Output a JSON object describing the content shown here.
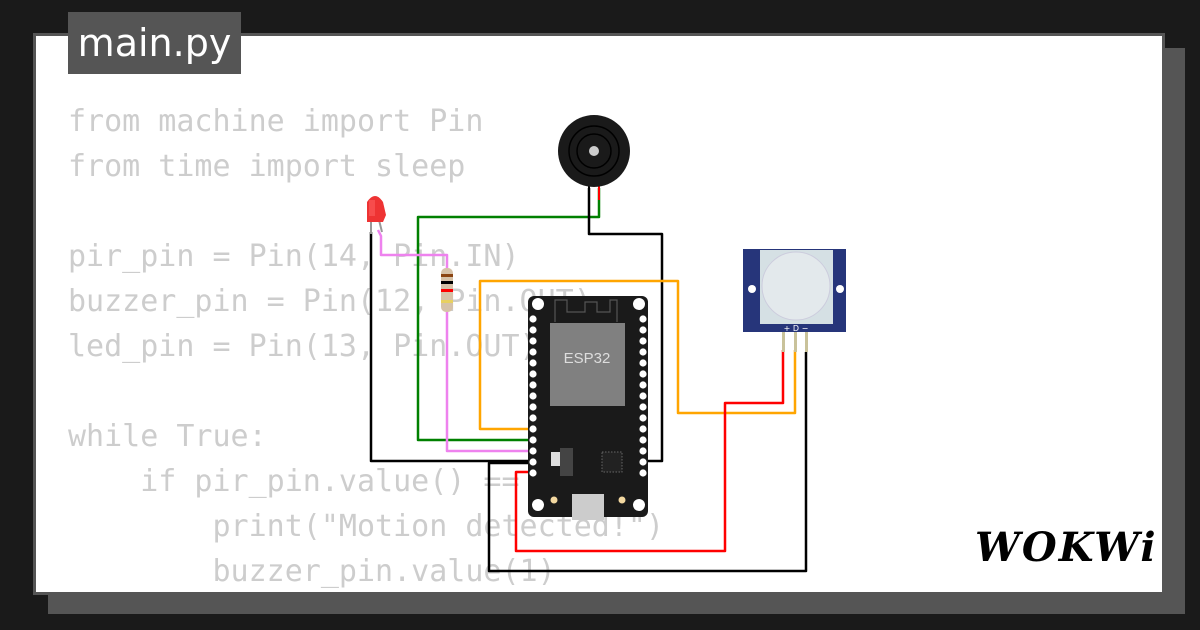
{
  "file_tab": {
    "title": "main.py"
  },
  "code_lines": [
    "from machine import Pin",
    "from time import sleep",
    "",
    "pir_pin = Pin(14, Pin.IN)",
    "buzzer_pin = Pin(12, Pin.OUT)",
    "led_pin = Pin(13, Pin.OUT)",
    "",
    "while True:",
    "    if pir_pin.value() == 1:",
    "        print(\"Motion detected!\")",
    "        buzzer_pin.value(1)"
  ],
  "components": {
    "mcu_label": "ESP32",
    "pir_pin_labels": "+ D −"
  },
  "wire_colors": {
    "green": "#008000",
    "black": "#000000",
    "pink": "#ee82ee",
    "orange": "#ffa500",
    "red": "#ff0000"
  },
  "brand": {
    "logo": "WOKWi"
  }
}
